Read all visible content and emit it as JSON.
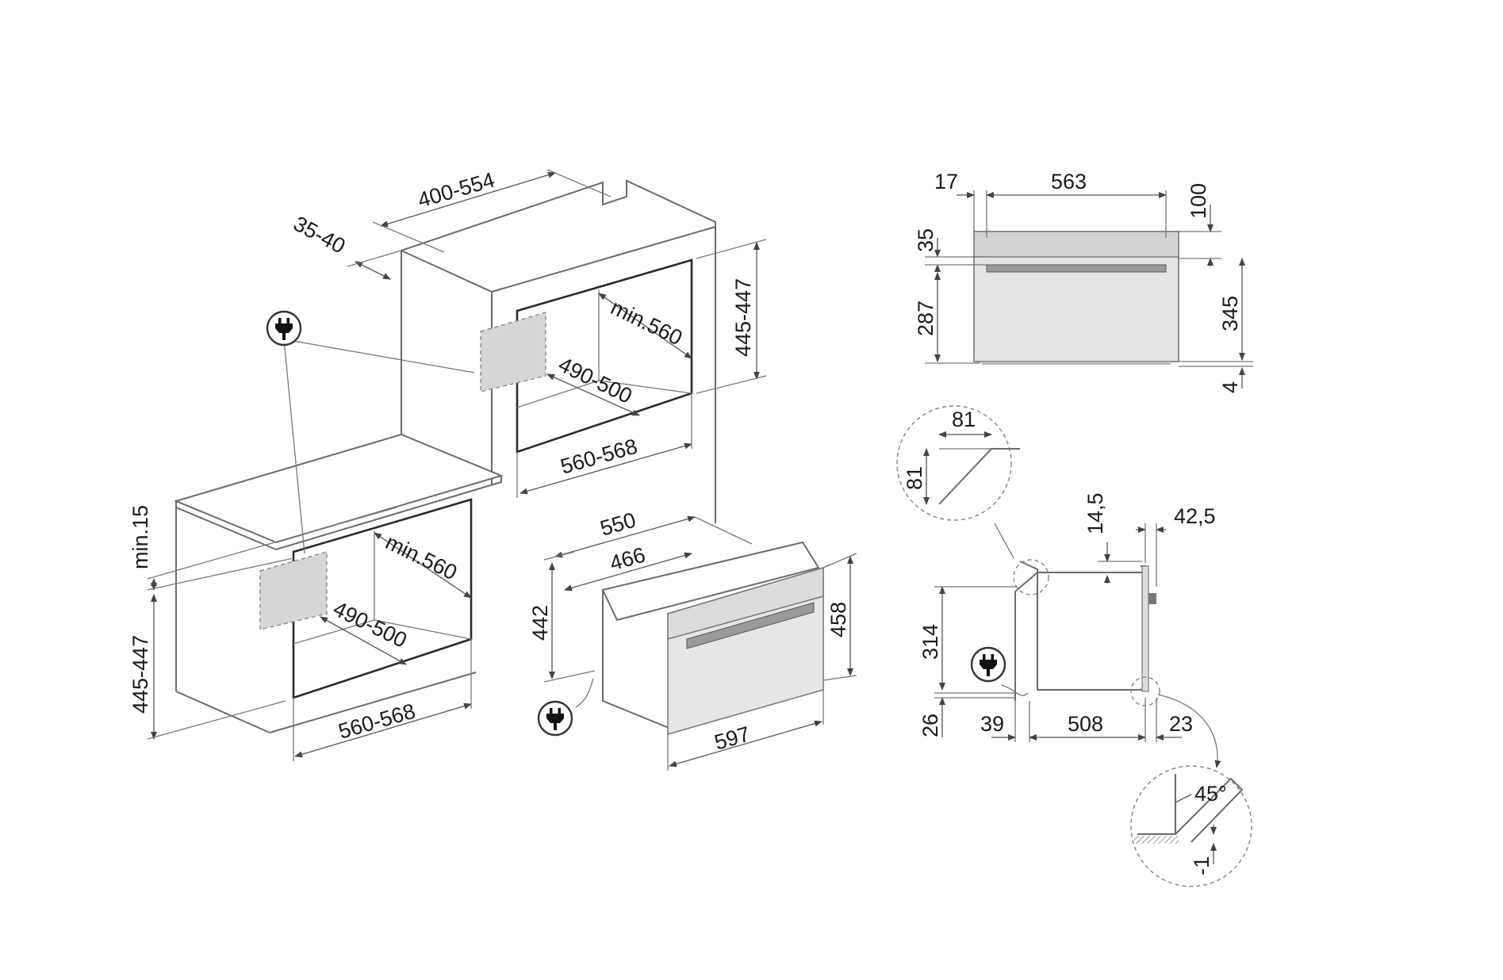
{
  "labels": {
    "d_400_554": "400-554",
    "d_35_40": "35-40",
    "d_445_447_top": "445-447",
    "d_min560_top": "min.560",
    "d_490_500_top": "490-500",
    "d_560_568_top": "560-568",
    "d_min15": "min.15",
    "d_445_447_bottom": "445-447",
    "d_min560_bottom": "min.560",
    "d_490_500_bottom": "490-500",
    "d_560_568_bottom": "560-568",
    "d_550": "550",
    "d_466": "466",
    "d_442": "442",
    "d_458": "458",
    "d_597": "597",
    "front_17": "17",
    "front_563": "563",
    "front_100": "100",
    "front_35": "35",
    "front_287": "287",
    "front_345": "345",
    "front_4": "4",
    "detail_81_h": "81",
    "detail_81_v": "81",
    "side_14_5": "14,5",
    "side_42_5": "42,5",
    "side_314": "314",
    "side_26": "26",
    "side_39": "39",
    "side_508": "508",
    "side_23": "23",
    "detail_45": "45°",
    "detail_minus1": "-1"
  },
  "icons": [
    "plug-icon"
  ]
}
